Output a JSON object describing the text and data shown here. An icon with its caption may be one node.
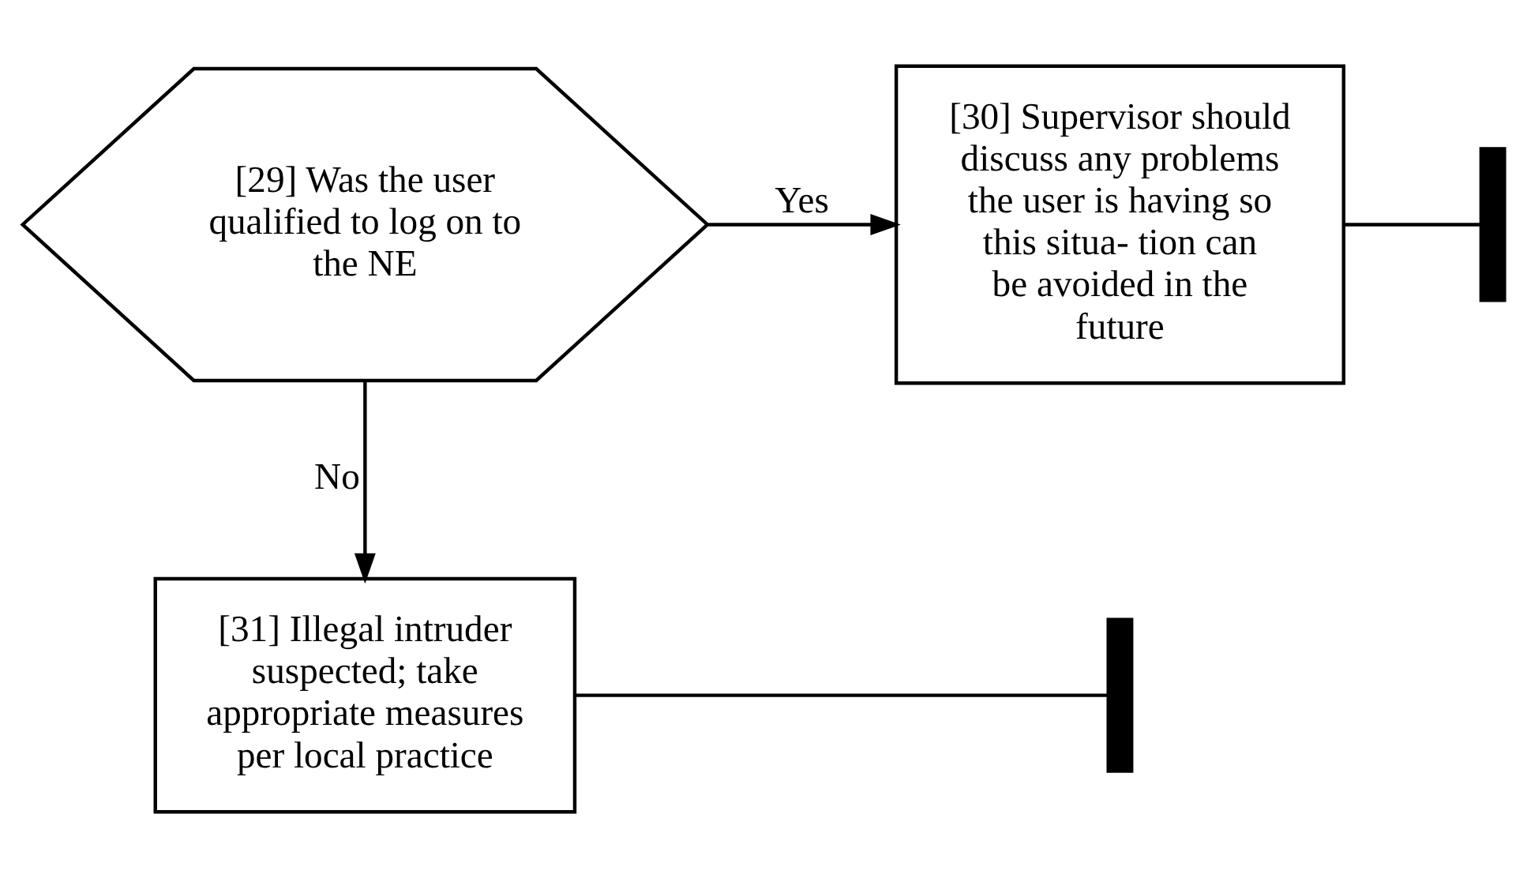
{
  "diagram": {
    "nodes": [
      {
        "text": [
          "[29] Was the user qualified to log on to the NE"
        ]
      },
      {
        "text": [
          "[30] Supervisor should discuss any problems the user is having so this situa- tion can be avoided in the future"
        ]
      },
      {
        "text": [
          "[31] Illegal intruder suspected; take appropriate measures per local practice"
        ]
      },
      {
        "text": [],
        "shape": "bar"
      },
      {
        "text": [],
        "shape": "bar"
      }
    ],
    "edges": [
      {
        "from": 0,
        "to": 1,
        "arrow": "to",
        "label": "Yes"
      },
      {
        "from": 0,
        "to": 2,
        "arrow": "to",
        "label": "No"
      },
      {
        "from": 1,
        "to": 3,
        "arrow": "none"
      },
      {
        "from": 2,
        "to": 4,
        "arrow": "none"
      }
    ]
  }
}
